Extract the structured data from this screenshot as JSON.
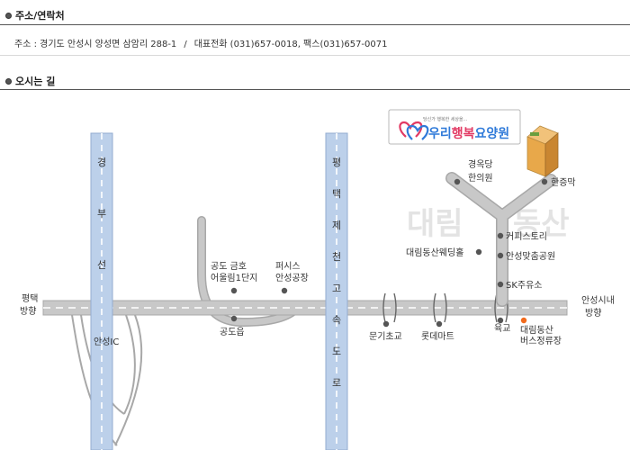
{
  "section_contact": {
    "title": "주소/연락처",
    "address_label": "주소 : 경기도 안성시 양성면 삼암리 288-1",
    "separator": "/",
    "phone_label": "대표전화 (031)657-0018, 팩스(031)657-0071"
  },
  "section_directions": {
    "title": "오시는 길"
  },
  "map": {
    "facility": {
      "tagline": "당신가 행복한 세상을...",
      "name_part1": "우리",
      "name_part2": "행복",
      "name_part3": "요양원"
    },
    "highway_gyeongbu": [
      "경",
      "부",
      "선"
    ],
    "highway_pyeongtaek": [
      "평",
      "택",
      "제",
      "천",
      "고",
      "속",
      "도",
      "로"
    ],
    "watermark_left": "대림",
    "watermark_right": "동산",
    "labels": {
      "west_end_1": "평택",
      "west_end_2": "방향",
      "east_end_1": "안성시내",
      "east_end_2": "방향",
      "anseong_ic": "안성IC",
      "gongdo_apt_1": "공도 금호",
      "gongdo_apt_2": "어울림1단지",
      "pierce_1": "퍼시스",
      "pierce_2": "안성공장",
      "gongdo_eup": "공도읍",
      "mungi_school": "문기초교",
      "lotte_mart": "롯데마트",
      "yukgyo": "육교",
      "bus_stop_1": "대림동산",
      "bus_stop_2": "버스정류장",
      "clinic_1": "경옥당",
      "clinic_2": "한의원",
      "hanjeungmak": "한증막",
      "coffee_story": "커피스토리",
      "wedding_hall": "대림동산웨딩홀",
      "anseong_dance": "안성맞춤공원",
      "sk_station": "SK주유소"
    },
    "colors": {
      "road": "#c8c8c8",
      "road_stroke": "#a8a8a8",
      "highway": "#bcd0ea",
      "highway_stroke": "#93acd0",
      "marker": "#555555",
      "bus_marker": "#f26b1d",
      "watermark": "#e3e3e3",
      "heart_red": "#e23a64",
      "heart_blue": "#2f7ad9"
    }
  }
}
